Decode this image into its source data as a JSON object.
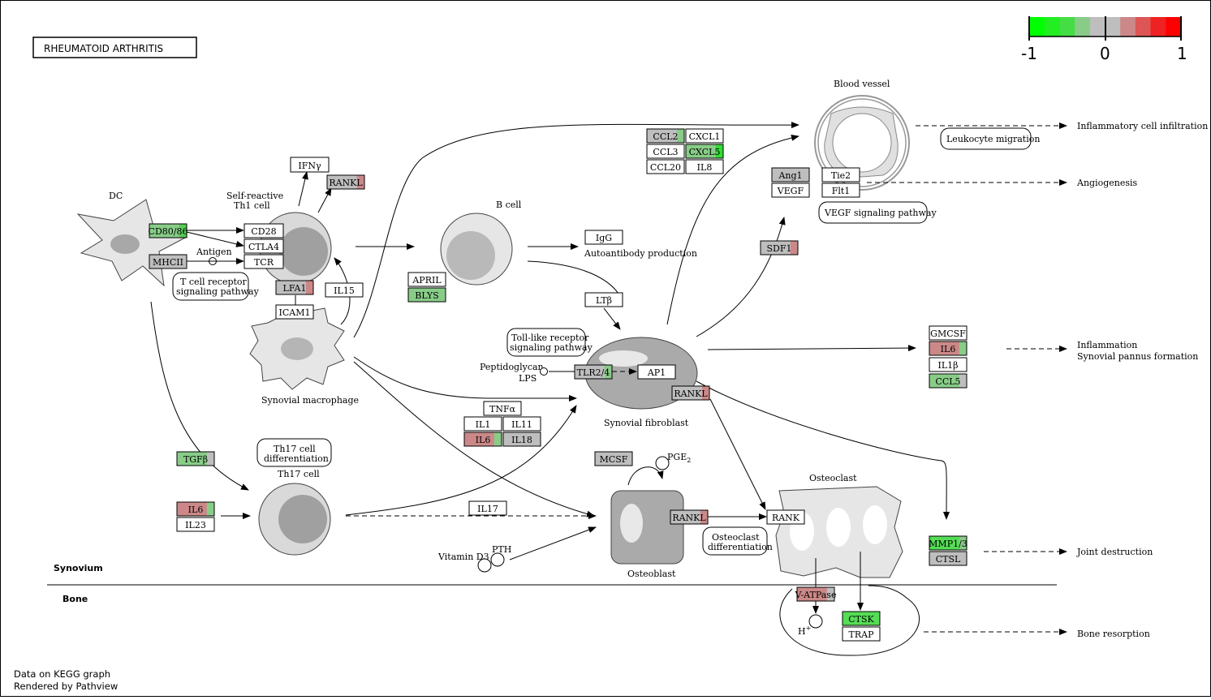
{
  "title": "RHEUMATOID  ARTHRITIS",
  "legend": {
    "min_label": "-1",
    "mid_label": "0",
    "max_label": "1",
    "colors": [
      "#00ff00",
      "#22ee22",
      "#44dd44",
      "#88cc88",
      "#bebebe",
      "#bebebe",
      "#cc8888",
      "#dd5555",
      "#ee2222",
      "#ff0000"
    ]
  },
  "footer": {
    "line1": "Data on KEGG graph",
    "line2": "Rendered by Pathview"
  },
  "compartments": {
    "synovium": "Synovium",
    "bone": "Bone"
  },
  "cells": {
    "dc": "DC",
    "th1_l1": "Self-reactive",
    "th1_l2": "Th1 cell",
    "bcell": "B cell",
    "macrophage": "Synovial macrophage",
    "th17": "Th17 cell",
    "fibroblast": "Synovial fibroblast",
    "osteoblast": "Osteoblast",
    "osteoclast": "Osteoclast",
    "blood_vessel": "Blood vessel"
  },
  "pathways": {
    "tcr_l1": "T cell receptor",
    "tcr_l2": "signaling pathway",
    "tlr_l1": "Toll-like receptor",
    "tlr_l2": "signaling pathway",
    "th17diff_l1": "Th17 cell",
    "th17diff_l2": "differentiation",
    "ocdiff_l1": "Osteoclast",
    "ocdiff_l2": "differentiation",
    "leuko": "Leukocyte migration",
    "vegf": "VEGF signaling pathway"
  },
  "labels": {
    "antigen": "Antigen",
    "autoantibody": "Autoantibody production",
    "peptidoglycan": "Peptidoglycan",
    "lps": "LPS",
    "pge2": "PGE",
    "pge2_sub": "2",
    "vitd3": "Vitamin D3",
    "pth": "PTH",
    "hplus": "H",
    "hplus_sup": "+"
  },
  "outcomes": {
    "infiltration": "Inflammatory cell infiltration",
    "angiogenesis": "Angiogenesis",
    "inflammation": "Inflammation",
    "pannus": "Synovial pannus formation",
    "joint": "Joint destruction",
    "bone_resorption": "Bone resorption"
  },
  "genes": {
    "ifny": {
      "label": "IFNγ",
      "fill": "#ffffff"
    },
    "rankl_th1": {
      "label": "RANKL",
      "fill": "#bebebe",
      "accent": "#cc8888"
    },
    "cd80": {
      "label": "CD80/86",
      "fill": "#88cc88",
      "accent": "#55cc55"
    },
    "mhcii": {
      "label": "MHCII",
      "fill": "#bebebe"
    },
    "cd28": {
      "label": "CD28",
      "fill": "#ffffff"
    },
    "ctla4": {
      "label": "CTLA4",
      "fill": "#ffffff"
    },
    "tcr": {
      "label": "TCR",
      "fill": "#ffffff"
    },
    "lfa1": {
      "label": "LFA1",
      "fill": "#bebebe",
      "accent": "#cc8888"
    },
    "il15": {
      "label": "IL15",
      "fill": "#ffffff"
    },
    "icam1": {
      "label": "ICAM1",
      "fill": "#ffffff"
    },
    "april": {
      "label": "APRIL",
      "fill": "#ffffff"
    },
    "blys": {
      "label": "BLYS",
      "fill": "#88cc88"
    },
    "igg": {
      "label": "IgG",
      "fill": "#ffffff"
    },
    "ltb": {
      "label": "LTβ",
      "fill": "#ffffff"
    },
    "ccl2": {
      "label": "CCL2",
      "fill": "#bebebe",
      "accent": "#88cc88"
    },
    "cxcl1": {
      "label": "CXCL1",
      "fill": "#ffffff"
    },
    "ccl3": {
      "label": "CCL3",
      "fill": "#ffffff"
    },
    "cxcl5": {
      "label": "CXCL5",
      "fill": "#88cc88",
      "accent": "#33dd33"
    },
    "ccl20": {
      "label": "CCL20",
      "fill": "#ffffff"
    },
    "il8": {
      "label": "IL8",
      "fill": "#ffffff"
    },
    "ang1": {
      "label": "Ang1",
      "fill": "#bebebe"
    },
    "tie2": {
      "label": "Tie2",
      "fill": "#ffffff"
    },
    "vegf": {
      "label": "VEGF",
      "fill": "#ffffff"
    },
    "flt1": {
      "label": "Flt1",
      "fill": "#ffffff"
    },
    "sdf1": {
      "label": "SDF1",
      "fill": "#bebebe",
      "accent": "#cc8888"
    },
    "tlr24": {
      "label": "TLR2/4",
      "fill": "#bebebe",
      "accent": "#88cc88"
    },
    "ap1": {
      "label": "AP1",
      "fill": "#ffffff"
    },
    "rankl_fib": {
      "label": "RANKL",
      "fill": "#bebebe",
      "accent": "#cc8888"
    },
    "tnfa": {
      "label": "TNFα",
      "fill": "#ffffff"
    },
    "il1": {
      "label": "IL1",
      "fill": "#ffffff"
    },
    "il11": {
      "label": "IL11",
      "fill": "#ffffff"
    },
    "il6_mac": {
      "label": "IL6",
      "fill": "#cc8888",
      "accent": "#88cc88"
    },
    "il18": {
      "label": "IL18",
      "fill": "#bebebe"
    },
    "gmcsf": {
      "label": "GMCSF",
      "fill": "#ffffff"
    },
    "il6_fib": {
      "label": "IL6",
      "fill": "#cc8888",
      "accent": "#88cc88"
    },
    "il1b": {
      "label": "IL1β",
      "fill": "#ffffff"
    },
    "ccl5": {
      "label": "CCL5",
      "fill": "#88cc88",
      "accent": "#bebebe"
    },
    "tgfb": {
      "label": "TGFβ",
      "fill": "#88cc88",
      "accent": "#bebebe"
    },
    "il6_th17": {
      "label": "IL6",
      "fill": "#cc8888",
      "accent": "#88cc88"
    },
    "il23": {
      "label": "IL23",
      "fill": "#ffffff"
    },
    "il17": {
      "label": "IL17",
      "fill": "#ffffff"
    },
    "mcsf": {
      "label": "MCSF",
      "fill": "#bebebe"
    },
    "rankl_ob": {
      "label": "RANKL",
      "fill": "#bebebe",
      "accent": "#cc8888"
    },
    "rank": {
      "label": "RANK",
      "fill": "#ffffff"
    },
    "mmp13": {
      "label": "MMP1/3",
      "fill": "#55dd55",
      "accent": "#88cc88"
    },
    "ctsl": {
      "label": "CTSL",
      "fill": "#bebebe"
    },
    "vatpase": {
      "label": "V-ATPase",
      "fill": "#cc8888",
      "accent": "#bebebe"
    },
    "ctsk": {
      "label": "CTSK",
      "fill": "#55dd55"
    },
    "trap": {
      "label": "TRAP",
      "fill": "#ffffff"
    }
  }
}
